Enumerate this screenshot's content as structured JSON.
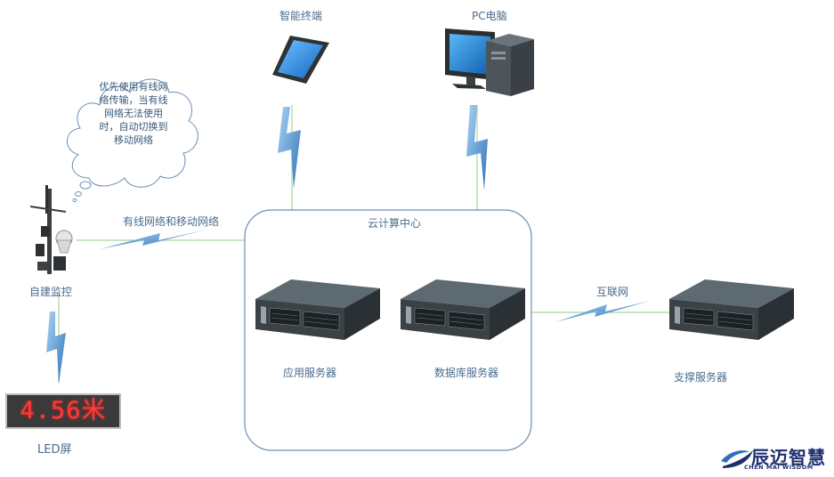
{
  "nodes": {
    "smartphone": "智能终端",
    "pc": "PC电脑",
    "cloud_center": "云计算中心",
    "app_server": "应用服务器",
    "db_server": "数据库服务器",
    "support_server": "支撑服务器",
    "monitor": "自建监控",
    "led_screen": "LED屏"
  },
  "links": {
    "wired_mobile": "有线网络和移动网络",
    "internet": "互联网"
  },
  "thought_bubble": "优先使用有线网络传输，当有线网络无法使用时，自动切换到移动网络",
  "led_display": "4.56米",
  "logo": {
    "name": "辰迈智慧",
    "subtitle": "CHEN MAI WISDOM"
  },
  "colors": {
    "line_green": "#a8d59a",
    "bolt_blue": "#3d7fc2",
    "cloud_border": "#6c8fb5",
    "label_text": "#4a6c8c",
    "led_red": "#ff3a3a"
  }
}
